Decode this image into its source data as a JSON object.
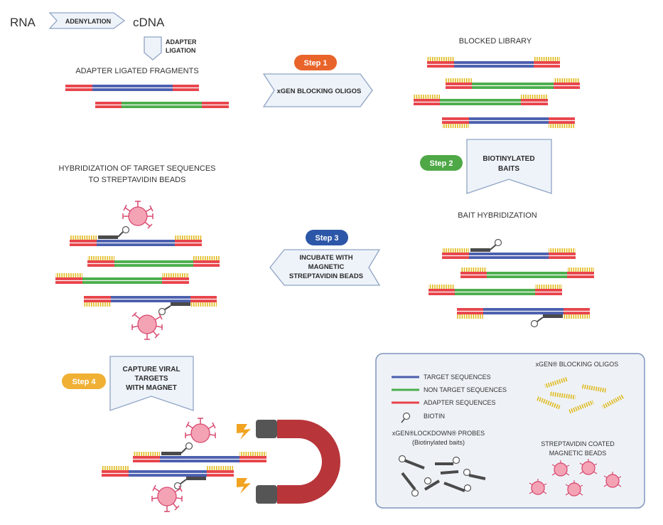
{
  "colors": {
    "target": "#4b5fae",
    "nontarget": "#4cae4c",
    "adapter": "#e8444b",
    "blocking": "#e0b91c",
    "bead": "#f4a3b5",
    "bead_stroke": "#d8496f",
    "arrow_fill": "#eef3fa",
    "arrow_stroke": "#8fa3c4",
    "magnet": "#b8353a",
    "magnet_tip": "#555555",
    "spark": "#f1a321",
    "step1": "#e8642a",
    "step2": "#4ea846",
    "step3": "#2c57a8",
    "step4": "#f0b034",
    "legend_bg": "#eef2f7",
    "legend_border": "#7e95bd"
  },
  "top": {
    "rna": "RNA",
    "adenylation": "ADENYLATION",
    "cdna": "cDNA",
    "adapter_ligation_1": "ADAPTER",
    "adapter_ligation_2": "LIGATION",
    "adapter_ligated_fragments": "ADAPTER  LIGATED FRAGMENTS"
  },
  "steps": {
    "step1": {
      "badge": "Step 1",
      "label": "xGEN BLOCKING OLIGOS"
    },
    "step2": {
      "badge": "Step 2",
      "label_1": "BIOTINYLATED",
      "label_2": "BAITS"
    },
    "step3": {
      "badge": "Step 3",
      "label_1": "INCUBATE WITH",
      "label_2": "MAGNETIC",
      "label_3": "STREPTAVIDIN BEADS"
    },
    "step4": {
      "badge": "Step 4",
      "label_1": "CAPTURE  VIRAL",
      "label_2": "TARGETS",
      "label_3": "WITH MAGNET"
    }
  },
  "sections": {
    "blocked_library": "BLOCKED LIBRARY",
    "bait_hybridization": "BAIT HYBRIDIZATION",
    "hybridization_1": "HYBRIDIZATION OF TARGET SEQUENCES",
    "hybridization_2": "TO STREPTAVIDIN BEADS"
  },
  "legend": {
    "target": "TARGET SEQUENCES",
    "nontarget": "NON TARGET SEQUENCES",
    "adapter": "ADAPTER SEQUENCES",
    "biotin": "BIOTIN",
    "blocking_oligos": "xGEN® BLOCKING OLIGOS",
    "probes_1": "xGEN®LOCKDOWN® PROBES",
    "probes_2": "(Biotinylated baits)",
    "beads_1": "STREPTAVIDIN COATED",
    "beads_2": "MAGNETIC  BEADS"
  }
}
